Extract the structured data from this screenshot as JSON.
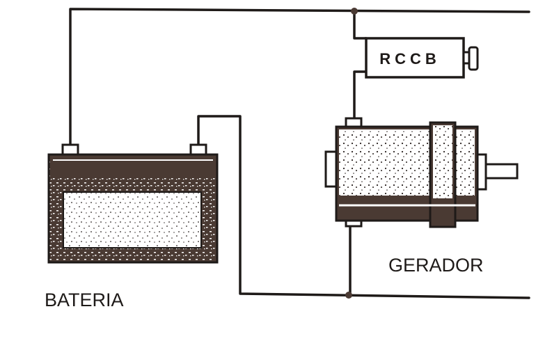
{
  "diagram": {
    "type": "electrical-circuit",
    "components": {
      "battery": {
        "label": "BATERIA"
      },
      "generator": {
        "label": "GERADOR"
      },
      "breaker": {
        "label": "RCCB"
      }
    },
    "colors": {
      "ink": "#1e1a18",
      "body_dark": "#4a3a33",
      "paper": "#ffffff"
    }
  }
}
